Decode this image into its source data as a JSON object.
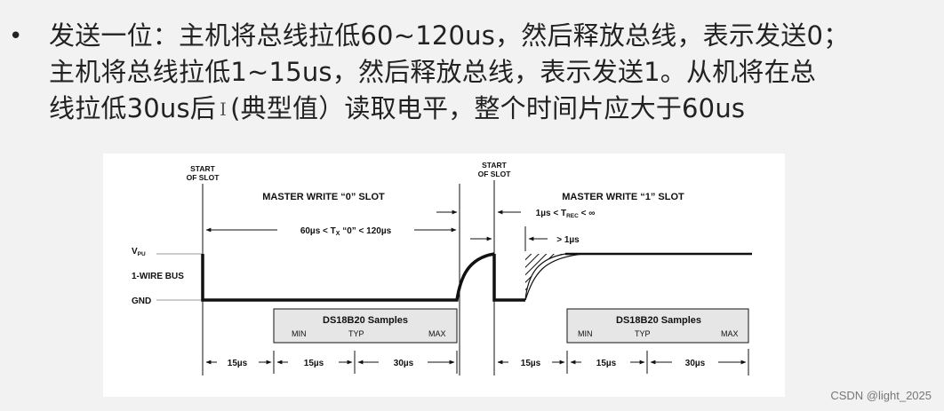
{
  "bullet": "•",
  "description": {
    "line1": "发送一位：主机将总线拉低60~120us，然后释放总线，表示发送0；",
    "line2": "主机将总线拉低1~15us，然后释放总线，表示发送1。从机将在总",
    "line3_a": "线拉低30us后",
    "line3_b": "(典型值）读取电平，整个时间片应大于60us",
    "cursor_glyph": "I"
  },
  "diagram": {
    "start_of_slot_1": "START",
    "start_of_slot_2": "OF SLOT",
    "write0_title": "MASTER WRITE “0” SLOT",
    "write1_title": "MASTER WRITE “1” SLOT",
    "tx_constraint": "60µs < T",
    "tx_sub": "X",
    "tx_rest": " “0” < 120µs",
    "trec_constraint": "1µs < T",
    "trec_sub": "REC",
    "trec_rest": " < ∞",
    "gt1us": "> 1µs",
    "vpu": "V",
    "vpu_sub": "PU",
    "bus_label": "1-WIRE BUS",
    "gnd_label": "GND",
    "samples_title": "DS18B20  Samples",
    "min": "MIN",
    "typ": "TYP",
    "max": "MAX",
    "t15a": "15µs",
    "t15b": "15µs",
    "t30": "30µs"
  },
  "watermark": "CSDN @light_2025"
}
